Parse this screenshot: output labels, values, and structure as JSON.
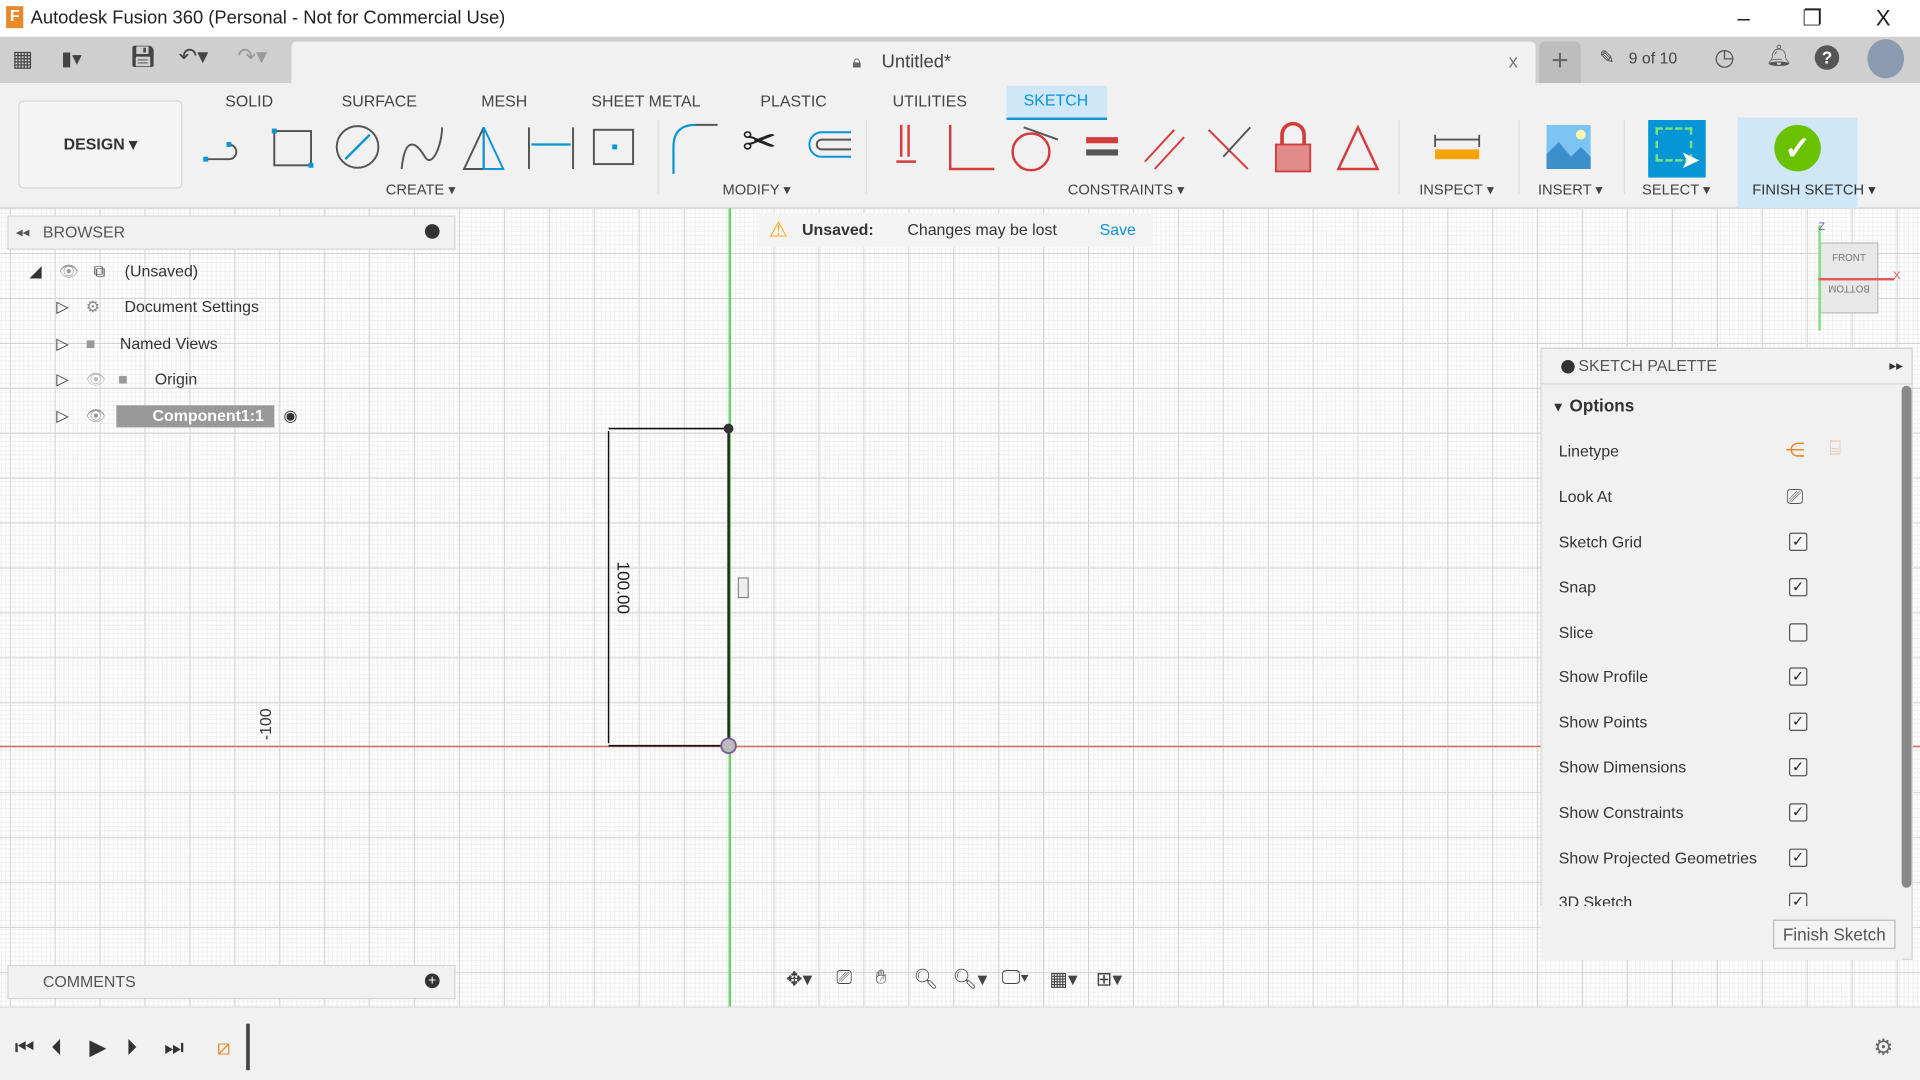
{
  "window": {
    "title": "Autodesk Fusion 360 (Personal - Not for Commercial Use)",
    "minimize": "–",
    "restore": "❐",
    "close": "X"
  },
  "quickbar": {
    "doc_title": "Untitled*",
    "tab_close": "x",
    "new_tab": "+",
    "jobs": "9 of 10"
  },
  "ribbon": {
    "workspace": "DESIGN ▾",
    "tabs": [
      {
        "label": "SOLID"
      },
      {
        "label": "SURFACE"
      },
      {
        "label": "MESH"
      },
      {
        "label": "SHEET METAL"
      },
      {
        "label": "PLASTIC"
      },
      {
        "label": "UTILITIES"
      },
      {
        "label": "SKETCH",
        "active": true
      }
    ],
    "groups": {
      "create": "CREATE ▾",
      "modify": "MODIFY ▾",
      "constraints": "CONSTRAINTS ▾",
      "inspect": "INSPECT ▾",
      "insert": "INSERT ▾",
      "select": "SELECT ▾",
      "finish": "FINISH SKETCH ▾"
    }
  },
  "browser": {
    "title": "BROWSER",
    "items": [
      {
        "label": "(Unsaved)"
      },
      {
        "label": "Document Settings"
      },
      {
        "label": "Named Views"
      },
      {
        "label": "Origin"
      },
      {
        "label": "Component1:1"
      }
    ]
  },
  "banner": {
    "title": "Unsaved:",
    "message": "Changes may be lost",
    "action": "Save"
  },
  "sketch": {
    "dimension": "100.00",
    "axis_label": "-100"
  },
  "viewcube": {
    "front": "FRONT",
    "bottom": "BOTTOM",
    "z": "Z",
    "x": "X"
  },
  "palette": {
    "title": "SKETCH PALETTE",
    "section": "Options",
    "linetype": "Linetype",
    "look_at": "Look At",
    "options": [
      {
        "label": "Sketch Grid",
        "checked": true
      },
      {
        "label": "Snap",
        "checked": true
      },
      {
        "label": "Slice",
        "checked": false
      },
      {
        "label": "Show Profile",
        "checked": true
      },
      {
        "label": "Show Points",
        "checked": true
      },
      {
        "label": "Show Dimensions",
        "checked": true
      },
      {
        "label": "Show Constraints",
        "checked": true
      },
      {
        "label": "Show Projected Geometries",
        "checked": true
      },
      {
        "label": "3D Sketch",
        "checked": true
      }
    ],
    "finish": "Finish Sketch"
  },
  "comments": {
    "title": "COMMENTS"
  },
  "colors": {
    "accent": "#0696d7",
    "x_axis": "#e05a5a",
    "y_axis": "#6bd36b",
    "finish_green": "#6ac100",
    "constraint_red": "#d43b3b"
  }
}
